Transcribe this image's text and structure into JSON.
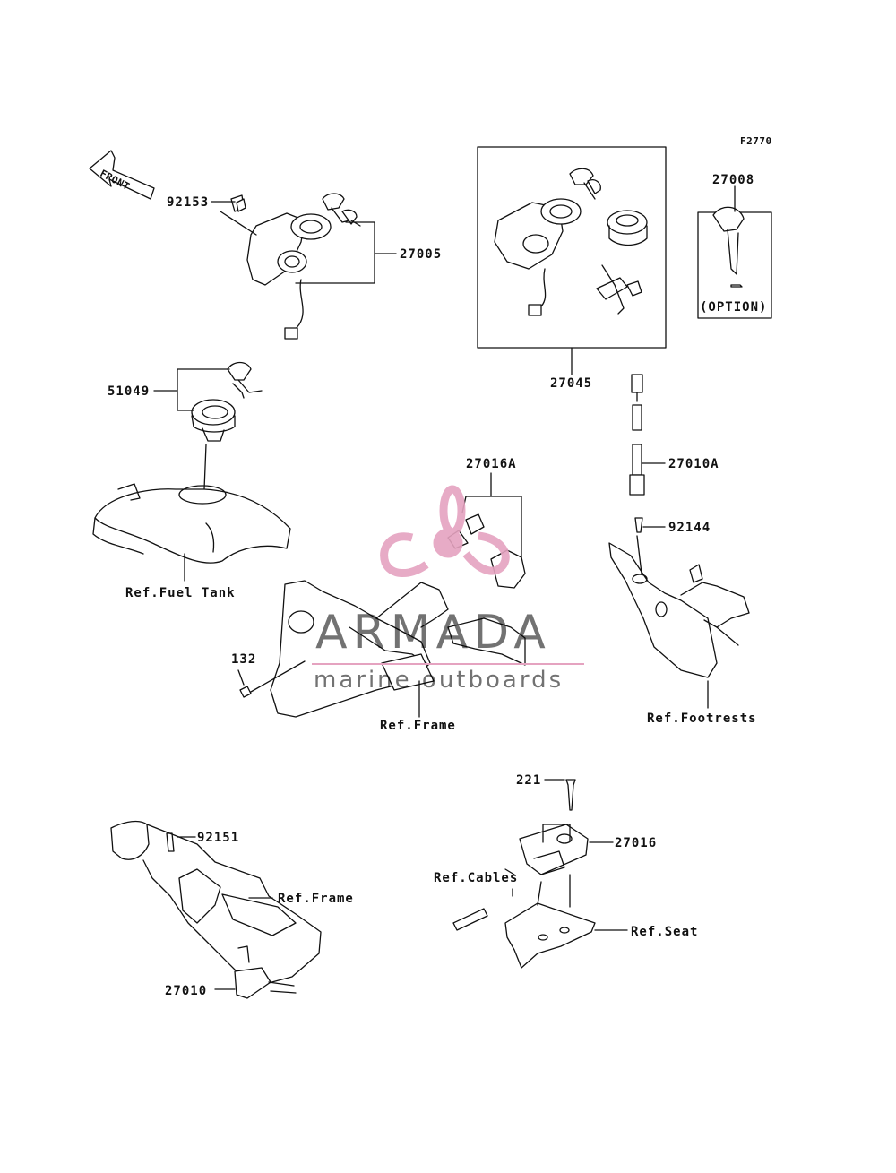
{
  "figure_code": "F2770",
  "labels": {
    "front": "FRONT",
    "p92153": "92153",
    "p27005": "27005",
    "p27045": "27045",
    "p27008": "27008",
    "option": "(OPTION)",
    "p51049": "51049",
    "ref_fuel_tank": "Ref.Fuel Tank",
    "p27016A": "27016A",
    "p27010A": "27010A",
    "p92144": "92144",
    "p132": "132",
    "ref_frame_mid": "Ref.Frame",
    "ref_footrests": "Ref.Footrests",
    "p221": "221",
    "p27016": "27016",
    "ref_cables": "Ref.Cables",
    "ref_seat": "Ref.Seat",
    "p92151": "92151",
    "ref_frame_bottom": "Ref.Frame",
    "p27010": "27010"
  },
  "watermark": {
    "brand": "ARMADA",
    "sub": "marine outboards",
    "logo_icon": "propeller-logo-icon",
    "logo_color": "#e5a3c0"
  },
  "colors": {
    "line": "#111111",
    "background": "#ffffff"
  }
}
